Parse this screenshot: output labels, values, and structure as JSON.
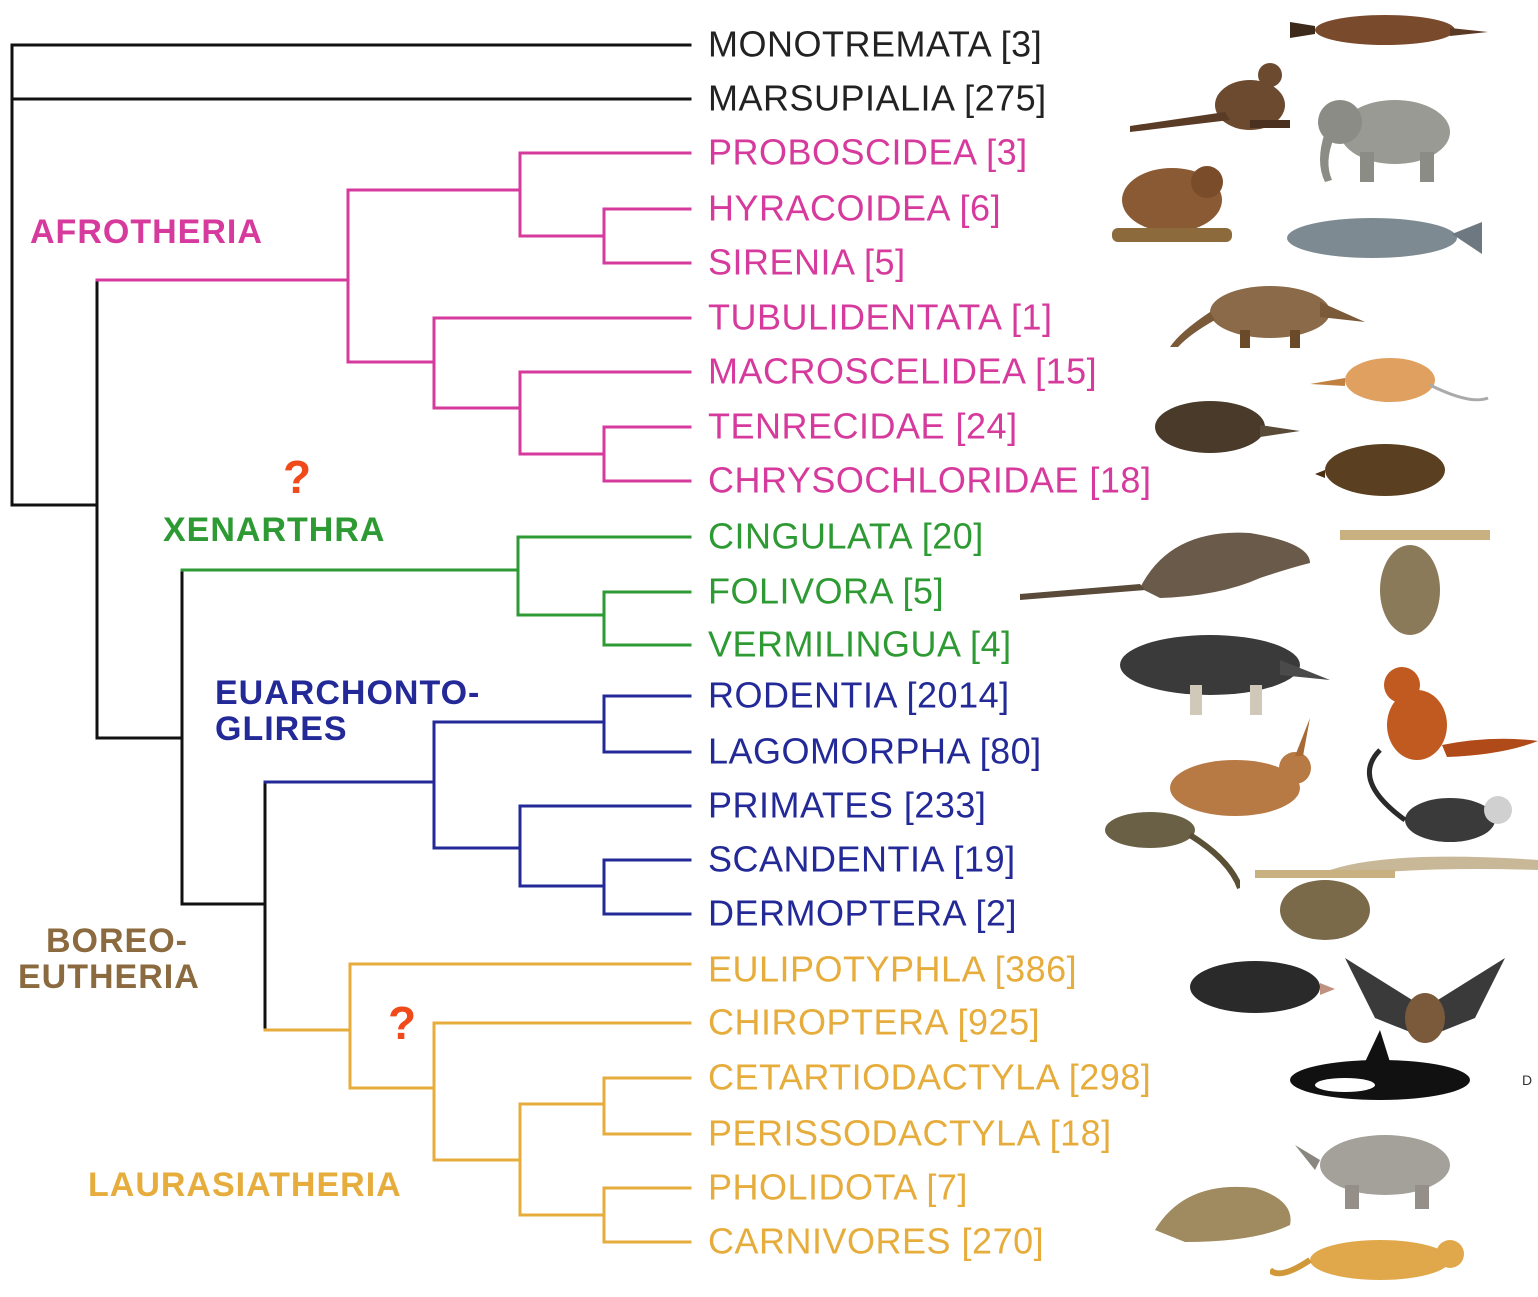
{
  "colors": {
    "root": "#111111",
    "afrotheria": "#d63a9c",
    "xenarthra": "#2e9a33",
    "euarchontoglires": "#232a98",
    "boreoeutheria": "#8a6a3e",
    "laurasiatheria": "#e6ad3c",
    "question": "#f04a1a"
  },
  "clades": {
    "afrotheria": "AFROTHERIA",
    "xenarthra": "XENARTHRA",
    "euarchontoglires_line1": "EUARCHONTO-",
    "euarchontoglires_line2": "GLIRES",
    "boreoeutheria_line1": "BOREO-",
    "boreoeutheria_line2": "EUTHERIA",
    "laurasiatheria": "LAURASIATHERIA"
  },
  "question_mark": "?",
  "stray_letter": "D",
  "taxa": [
    {
      "label": "MONOTREMATA [3]",
      "group": "root",
      "animal": "platypus"
    },
    {
      "label": "MARSUPIALIA [275]",
      "group": "root",
      "animal": "kangaroo"
    },
    {
      "label": "PROBOSCIDEA [3]",
      "group": "afrotheria",
      "animal": "elephant"
    },
    {
      "label": "HYRACOIDEA [6]",
      "group": "afrotheria",
      "animal": "hyrax"
    },
    {
      "label": "SIRENIA [5]",
      "group": "afrotheria",
      "animal": "manatee"
    },
    {
      "label": "TUBULIDENTATA [1]",
      "group": "afrotheria",
      "animal": "aardvark"
    },
    {
      "label": "MACROSCELIDEA [15]",
      "group": "afrotheria",
      "animal": "elephant-shrew"
    },
    {
      "label": "TENRECIDAE [24]",
      "group": "afrotheria",
      "animal": "tenrec"
    },
    {
      "label": "CHRYSOCHLORIDAE [18]",
      "group": "afrotheria",
      "animal": "golden-mole"
    },
    {
      "label": "CINGULATA [20]",
      "group": "xenarthra",
      "animal": "armadillo"
    },
    {
      "label": "FOLIVORA [5]",
      "group": "xenarthra",
      "animal": "sloth"
    },
    {
      "label": "VERMILINGUA [4]",
      "group": "xenarthra",
      "animal": "anteater"
    },
    {
      "label": "RODENTIA [2014]",
      "group": "euarchontoglires",
      "animal": "squirrel"
    },
    {
      "label": "LAGOMORPHA [80]",
      "group": "euarchontoglires",
      "animal": "hare"
    },
    {
      "label": "PRIMATES [233]",
      "group": "euarchontoglires",
      "animal": "monkey"
    },
    {
      "label": "SCANDENTIA [19]",
      "group": "euarchontoglires",
      "animal": "treeshrew"
    },
    {
      "label": "DERMOPTERA [2]",
      "group": "euarchontoglires",
      "animal": "colugo"
    },
    {
      "label": "EULIPOTYPHLA [386]",
      "group": "laurasiatheria",
      "animal": "mole"
    },
    {
      "label": "CHIROPTERA [925]",
      "group": "laurasiatheria",
      "animal": "bat"
    },
    {
      "label": "CETARTIODACTYLA [298]",
      "group": "laurasiatheria",
      "animal": "orca"
    },
    {
      "label": "PERISSODACTYLA [18]",
      "group": "laurasiatheria",
      "animal": "rhinoceros"
    },
    {
      "label": "PHOLIDOTA [7]",
      "group": "laurasiatheria",
      "animal": "pangolin"
    },
    {
      "label": "CARNIVORES [270]",
      "group": "laurasiatheria",
      "animal": "leopard"
    }
  ]
}
